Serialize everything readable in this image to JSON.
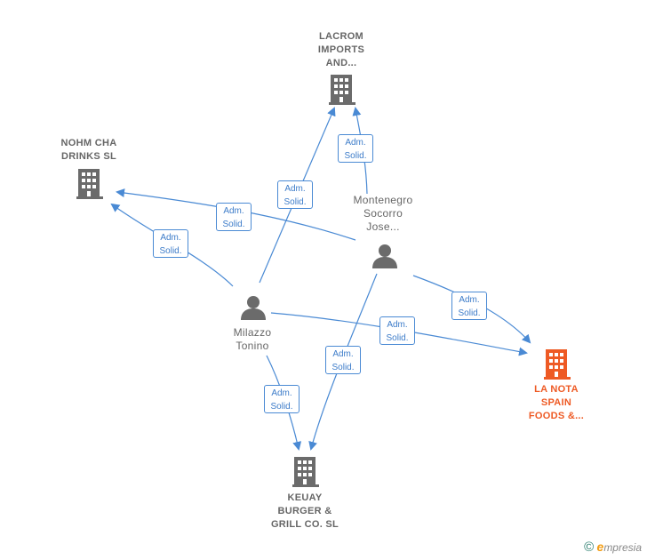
{
  "nodes": {
    "lacrom": {
      "label": "LACROM\nIMPORTS\nAND...",
      "type": "company"
    },
    "nohm": {
      "label": "NOHM CHA\nDRINKS  SL",
      "type": "company"
    },
    "montenegro": {
      "label": "Montenegro\nSocorro\nJose...",
      "type": "person"
    },
    "milazzo": {
      "label": "Milazzo\nTonino",
      "type": "person"
    },
    "lanota": {
      "label": "LA NOTA\nSPAIN\nFOODS &...",
      "type": "company-highlight"
    },
    "keuay": {
      "label": "KEUAY\nBURGER &\nGRILL CO.  SL",
      "type": "company"
    }
  },
  "edges": [
    {
      "from": "milazzo",
      "to": "lacrom",
      "label_1": "Adm.",
      "label_2": "Solid."
    },
    {
      "from": "milazzo",
      "to": "nohm",
      "label_1": "Adm.",
      "label_2": "Solid."
    },
    {
      "from": "milazzo",
      "to": "lanota",
      "label_1": "Adm.",
      "label_2": "Solid."
    },
    {
      "from": "milazzo",
      "to": "keuay",
      "label_1": "Adm.",
      "label_2": "Solid."
    },
    {
      "from": "montenegro",
      "to": "lacrom",
      "label_1": "Adm.",
      "label_2": "Solid."
    },
    {
      "from": "montenegro",
      "to": "nohm",
      "label_1": "Adm.",
      "label_2": "Solid."
    },
    {
      "from": "montenegro",
      "to": "lanota",
      "label_1": "Adm.",
      "label_2": "Solid."
    },
    {
      "from": "montenegro",
      "to": "keuay",
      "label_1": "Adm.",
      "label_2": "Solid."
    }
  ],
  "colors": {
    "edge": "#4a8ad4",
    "company_icon": "#6b6b6b",
    "highlight_icon": "#ee5a24",
    "person_icon": "#6b6b6b"
  },
  "icons": {
    "company": "building-icon",
    "person": "person-icon"
  },
  "brand": {
    "copyright": "©",
    "e": "e",
    "rest": "mpresia"
  }
}
